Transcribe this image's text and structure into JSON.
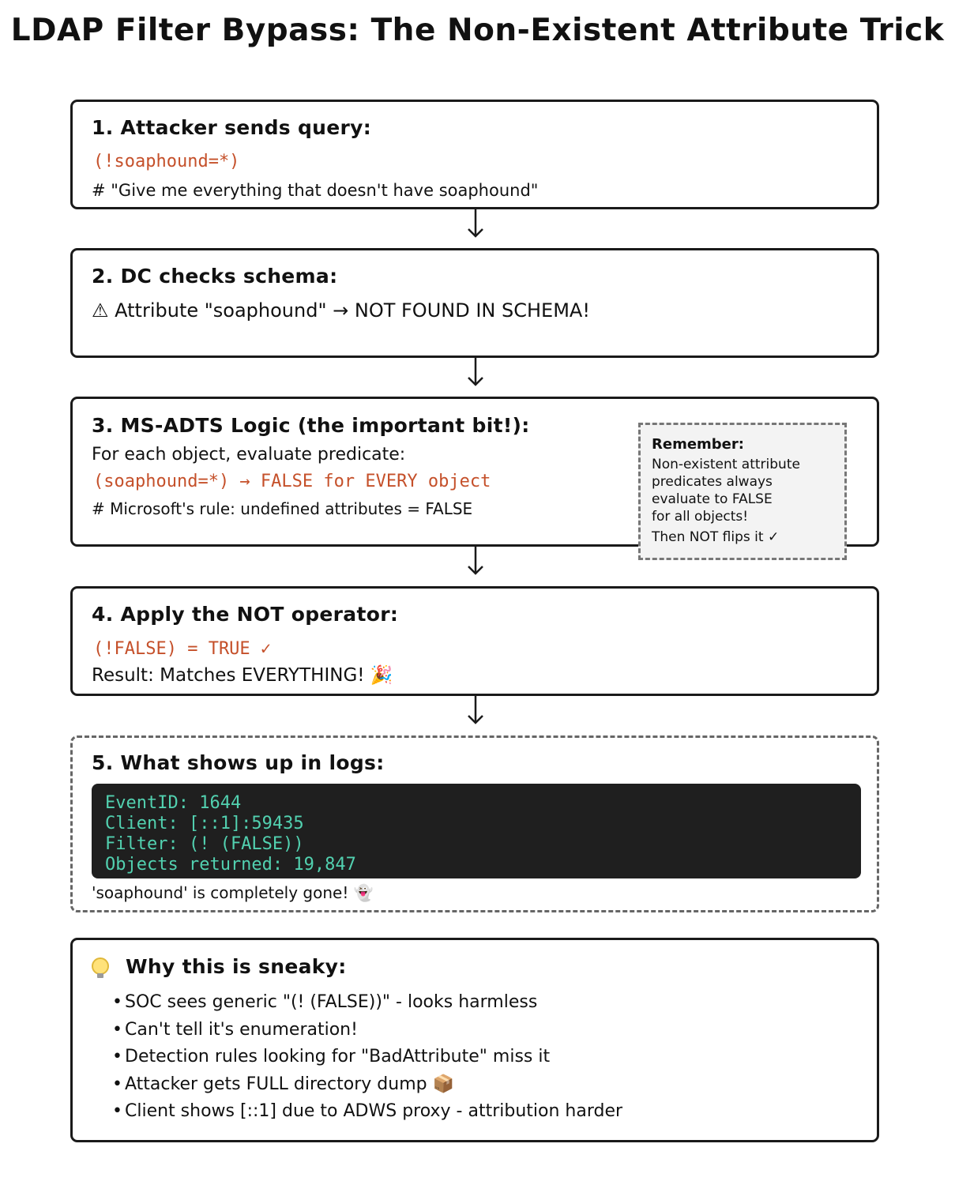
{
  "title": "LDAP Filter Bypass: The Non-Existent Attribute Trick",
  "steps": {
    "s1": {
      "heading": "1. Attacker sends query:",
      "code": "(!soaphound=*)",
      "comment": "# \"Give me everything that doesn't have soaphound\""
    },
    "s2": {
      "heading": "2. DC checks schema:",
      "warning": "⚠ Attribute \"soaphound\" → NOT FOUND IN SCHEMA!"
    },
    "s3": {
      "heading": "3. MS-ADTS Logic (the important bit!):",
      "line1": "For each object, evaluate predicate:",
      "code": "(soaphound=*) → FALSE for EVERY object",
      "comment": "# Microsoft's rule: undefined attributes = FALSE",
      "note": {
        "title": "Remember:",
        "lines": [
          "Non-existent attribute",
          "predicates always",
          "evaluate to FALSE",
          "for all objects!",
          "Then NOT flips it ✓"
        ]
      }
    },
    "s4": {
      "heading": "4. Apply the NOT operator:",
      "code": "(!FALSE) = TRUE ✓",
      "result": "Result: Matches EVERYTHING! 🎉"
    },
    "s5": {
      "heading": "5. What shows up in logs:",
      "log_lines": [
        "EventID: 1644",
        "Client: [::1]:59435",
        "Filter: (! (FALSE))",
        "Objects returned: 19,847"
      ],
      "footer": "'soaphound' is completely gone! 👻"
    }
  },
  "sneaky": {
    "heading": "Why this is sneaky:",
    "icon": "lightbulb-icon",
    "bullets": [
      "SOC sees generic \"(! (FALSE))\" - looks harmless",
      "Can't tell it's enumeration!",
      "Detection rules looking for \"BadAttribute\" miss it",
      "Attacker gets FULL directory dump 📦",
      "Client shows [::1] due to ADWS proxy - attribution harder"
    ]
  },
  "colors": {
    "code": "#c5502a",
    "terminal_bg": "#1f1f1f",
    "terminal_text": "#52d1b0",
    "border": "#1a1a1a",
    "dashed_border": "#666666",
    "note_bg": "#f3f3f3"
  }
}
